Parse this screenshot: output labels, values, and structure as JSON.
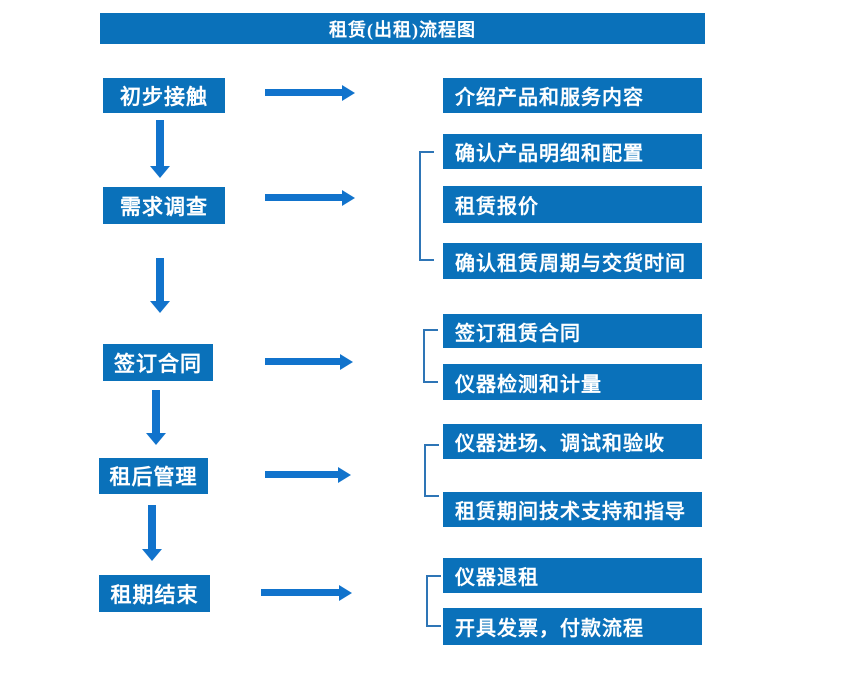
{
  "title": "租赁(出租)流程图",
  "colors": {
    "box_fill": "#0a71ba",
    "arrow": "#1173cc",
    "bracket": "#2e75b6",
    "text": "#ffffff",
    "background": "#ffffff"
  },
  "steps": [
    {
      "label": "初步接触",
      "details": [
        "介绍产品和服务内容"
      ]
    },
    {
      "label": "需求调查",
      "details": [
        "确认产品明细和配置",
        "租赁报价",
        "确认租赁周期与交货时间"
      ]
    },
    {
      "label": "签订合同",
      "details": [
        "签订租赁合同",
        "仪器检测和计量"
      ]
    },
    {
      "label": "租后管理",
      "details": [
        "仪器进场、调试和验收",
        "租赁期间技术支持和指导"
      ]
    },
    {
      "label": "租期结束",
      "details": [
        "仪器退租",
        "开具发票，付款流程"
      ]
    }
  ]
}
